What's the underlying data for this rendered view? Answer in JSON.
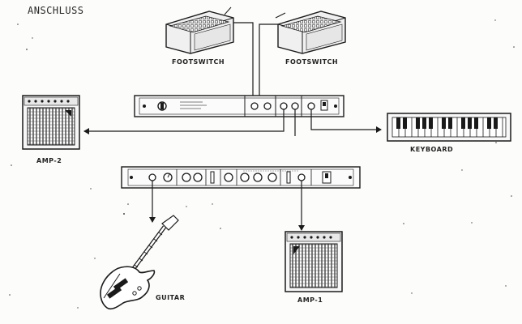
{
  "title": "ANSCHLUSS",
  "labels": {
    "footswitch_left": "FOOTSWITCH",
    "footswitch_right": "FOOTSWITCH",
    "amp2": "AMP-2",
    "keyboard": "KEYBOARD",
    "guitar": "GUITAR",
    "amp1": "AMP-1"
  },
  "icons": [
    "footswitch-icon",
    "amplifier-icon",
    "keyboard-icon",
    "rack-unit-icon",
    "electric-guitar-icon"
  ],
  "colors": {
    "ink": "#1a1a1a",
    "paper": "#fcfcfa"
  }
}
